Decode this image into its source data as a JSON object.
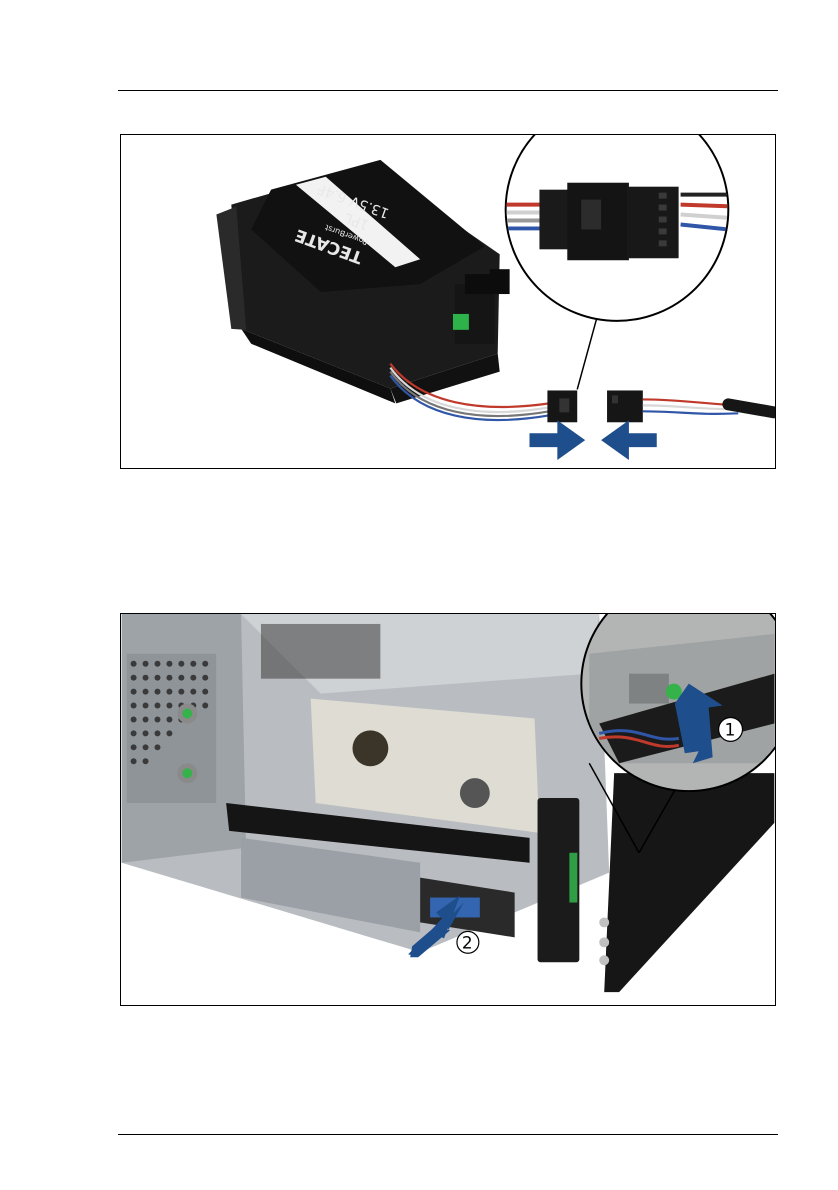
{
  "figure1": {
    "battery_label": {
      "brand": "TECATE",
      "sub": "PowerBurst",
      "model": "1PL",
      "spec": "13.5V 6.4F"
    },
    "arrow_color": "#1f4e8c"
  },
  "figure2": {
    "step1": "1",
    "step2": "2",
    "arrow_color": "#1f4e8c"
  }
}
